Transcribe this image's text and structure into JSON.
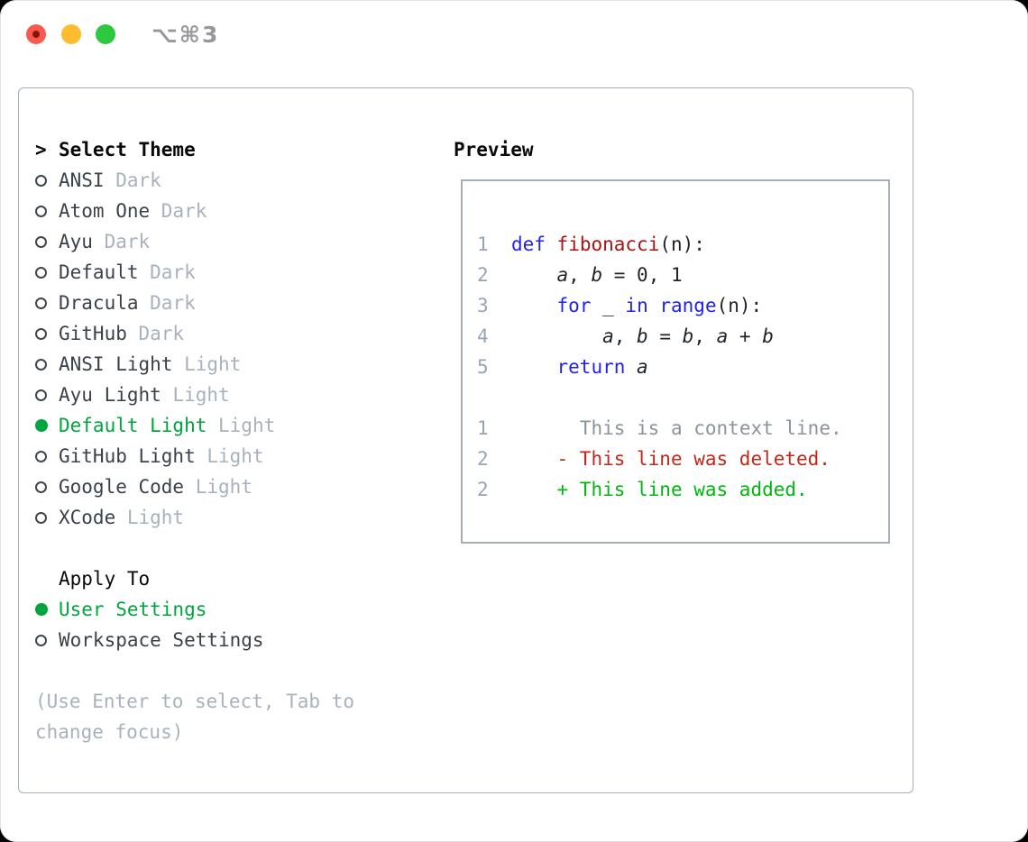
{
  "window": {
    "title": "⌥⌘3",
    "traffic_lights": {
      "close": "close-unsaved",
      "minimize": "minimize",
      "zoom": "zoom"
    }
  },
  "theme_selector": {
    "header_prefix": ">",
    "header": "Select Theme",
    "items": [
      {
        "name": "ANSI",
        "variant": "Dark",
        "selected": false
      },
      {
        "name": "Atom One",
        "variant": "Dark",
        "selected": false
      },
      {
        "name": "Ayu",
        "variant": "Dark",
        "selected": false
      },
      {
        "name": "Default",
        "variant": "Dark",
        "selected": false
      },
      {
        "name": "Dracula",
        "variant": "Dark",
        "selected": false
      },
      {
        "name": "GitHub",
        "variant": "Dark",
        "selected": false
      },
      {
        "name": "ANSI Light",
        "variant": "Light",
        "selected": false
      },
      {
        "name": "Ayu Light",
        "variant": "Light",
        "selected": false
      },
      {
        "name": "Default Light",
        "variant": "Light",
        "selected": true
      },
      {
        "name": "GitHub Light",
        "variant": "Light",
        "selected": false
      },
      {
        "name": "Google Code",
        "variant": "Light",
        "selected": false
      },
      {
        "name": "XCode",
        "variant": "Light",
        "selected": false
      }
    ]
  },
  "apply_to": {
    "header": "Apply To",
    "options": [
      {
        "label": "User Settings",
        "selected": true
      },
      {
        "label": "Workspace Settings",
        "selected": false
      }
    ]
  },
  "hint": "(Use Enter to select, Tab to change focus)",
  "preview": {
    "header": "Preview",
    "lines": [
      {
        "segments": [
          {
            "t": "1",
            "c": "num"
          },
          {
            "t": "  ",
            "c": "p"
          },
          {
            "t": "def",
            "c": "kw"
          },
          {
            "t": " ",
            "c": "p"
          },
          {
            "t": "fibonacci",
            "c": "fn"
          },
          {
            "t": "(n):",
            "c": "p"
          }
        ]
      },
      {
        "segments": [
          {
            "t": "2",
            "c": "num"
          },
          {
            "t": "      ",
            "c": "p"
          },
          {
            "t": "a",
            "c": "var"
          },
          {
            "t": ", ",
            "c": "p"
          },
          {
            "t": "b",
            "c": "var"
          },
          {
            "t": " = 0, 1",
            "c": "p"
          }
        ]
      },
      {
        "segments": [
          {
            "t": "3",
            "c": "num"
          },
          {
            "t": "      ",
            "c": "p"
          },
          {
            "t": "for",
            "c": "kw"
          },
          {
            "t": " ",
            "c": "p"
          },
          {
            "t": "_",
            "c": "var"
          },
          {
            "t": " ",
            "c": "p"
          },
          {
            "t": "in",
            "c": "kw"
          },
          {
            "t": " ",
            "c": "p"
          },
          {
            "t": "range",
            "c": "kw"
          },
          {
            "t": "(n):",
            "c": "p"
          }
        ]
      },
      {
        "segments": [
          {
            "t": "4",
            "c": "num"
          },
          {
            "t": "          ",
            "c": "p"
          },
          {
            "t": "a",
            "c": "var"
          },
          {
            "t": ", ",
            "c": "p"
          },
          {
            "t": "b",
            "c": "var"
          },
          {
            "t": " = ",
            "c": "p"
          },
          {
            "t": "b",
            "c": "var"
          },
          {
            "t": ", ",
            "c": "p"
          },
          {
            "t": "a",
            "c": "var"
          },
          {
            "t": " + ",
            "c": "p"
          },
          {
            "t": "b",
            "c": "var"
          }
        ]
      },
      {
        "segments": [
          {
            "t": "5",
            "c": "num"
          },
          {
            "t": "      ",
            "c": "p"
          },
          {
            "t": "return",
            "c": "kw"
          },
          {
            "t": " ",
            "c": "p"
          },
          {
            "t": "a",
            "c": "var"
          }
        ]
      },
      {
        "segments": []
      },
      {
        "segments": [
          {
            "t": "1",
            "c": "num"
          },
          {
            "t": "        ",
            "c": "ctx"
          },
          {
            "t": "This is a context line.",
            "c": "ctx"
          }
        ]
      },
      {
        "segments": [
          {
            "t": "2",
            "c": "num"
          },
          {
            "t": "      ",
            "c": "p"
          },
          {
            "t": "- This line was deleted.",
            "c": "del"
          }
        ]
      },
      {
        "segments": [
          {
            "t": "2",
            "c": "num"
          },
          {
            "t": "      ",
            "c": "p"
          },
          {
            "t": "+ This line was added.",
            "c": "add"
          }
        ]
      }
    ]
  },
  "colors": {
    "selected_green": "#00a540",
    "muted_gray": "#a9b1bd",
    "keyword_blue": "#2222f0",
    "function_red": "#a81511",
    "diff_deleted": "#c5261a",
    "diff_added": "#00b70f",
    "border_gray": "#a6aeb9",
    "traffic_red": "#f85a50",
    "traffic_yellow": "#febc2e",
    "traffic_green": "#2bc840"
  }
}
